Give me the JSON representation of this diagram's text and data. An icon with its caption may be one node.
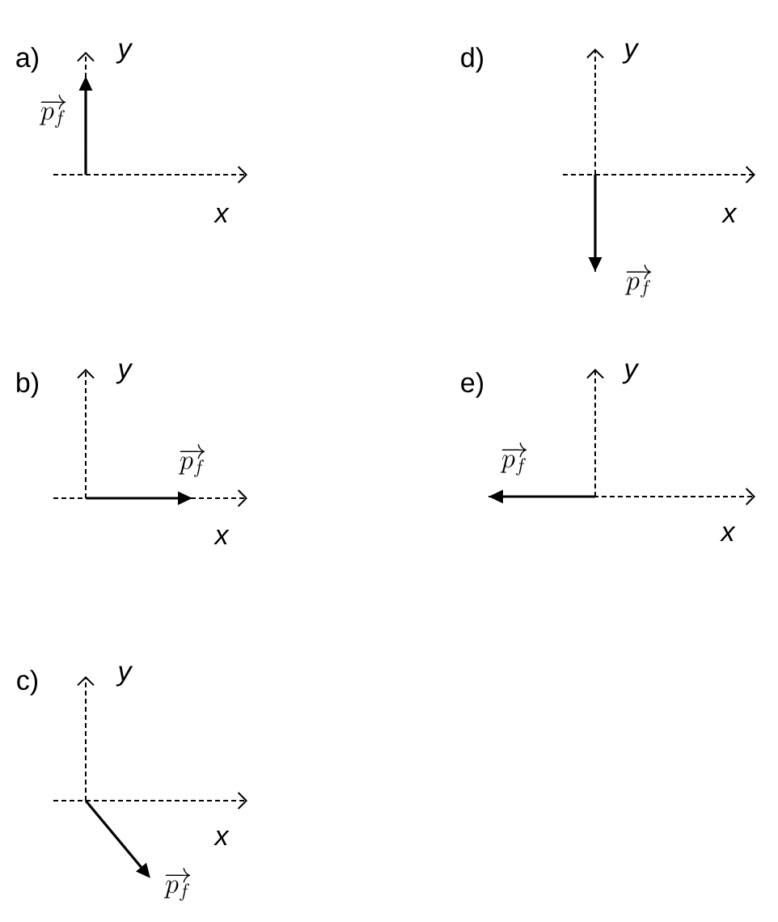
{
  "diagram": {
    "labels": [
      "a)",
      "y",
      "\\overrightarrow{p_f}",
      "x",
      "d)",
      "y",
      "x",
      "\\overrightarrow{p_f}",
      "b)",
      "y",
      "\\overrightarrow{p_f}",
      "x",
      "e)",
      "y",
      "\\overrightarrow{p_f}",
      "x",
      "c)",
      "y",
      "x",
      "\\overrightarrow{p_f}"
    ]
  }
}
